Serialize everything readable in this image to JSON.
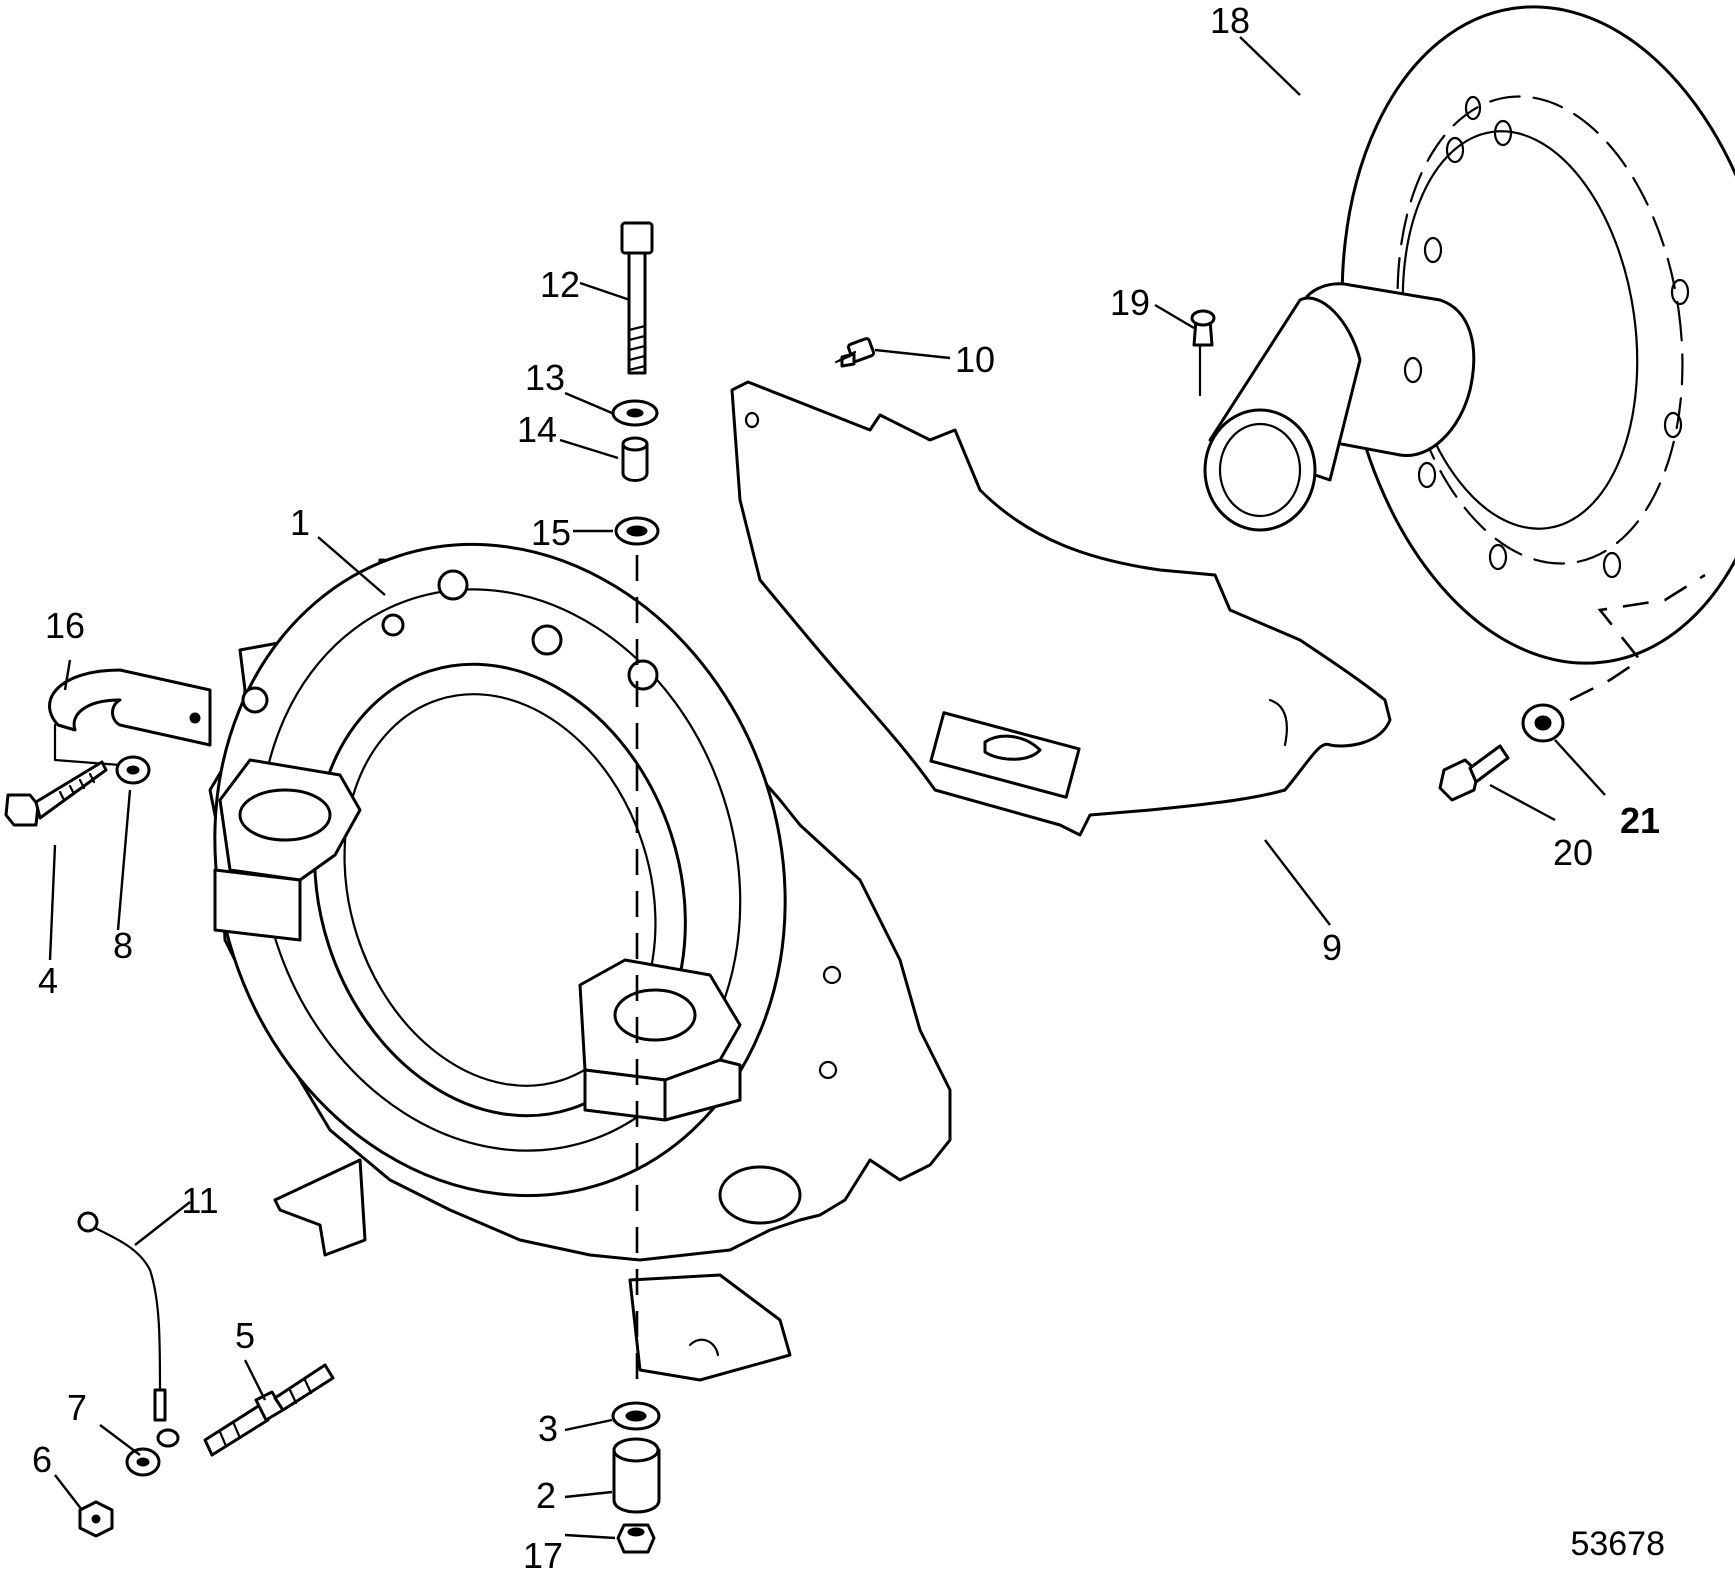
{
  "figure_number": "53678",
  "callouts": [
    {
      "id": "1",
      "label": "1"
    },
    {
      "id": "2",
      "label": "2"
    },
    {
      "id": "3",
      "label": "3"
    },
    {
      "id": "4",
      "label": "4"
    },
    {
      "id": "5",
      "label": "5"
    },
    {
      "id": "6",
      "label": "6"
    },
    {
      "id": "7",
      "label": "7"
    },
    {
      "id": "8",
      "label": "8"
    },
    {
      "id": "9",
      "label": "9"
    },
    {
      "id": "10",
      "label": "10"
    },
    {
      "id": "11",
      "label": "11"
    },
    {
      "id": "12",
      "label": "12"
    },
    {
      "id": "13",
      "label": "13"
    },
    {
      "id": "14",
      "label": "14"
    },
    {
      "id": "15",
      "label": "15"
    },
    {
      "id": "16",
      "label": "16"
    },
    {
      "id": "17",
      "label": "17"
    },
    {
      "id": "18",
      "label": "18"
    },
    {
      "id": "19",
      "label": "19"
    },
    {
      "id": "20",
      "label": "20"
    },
    {
      "id": "21",
      "label": "21"
    }
  ]
}
